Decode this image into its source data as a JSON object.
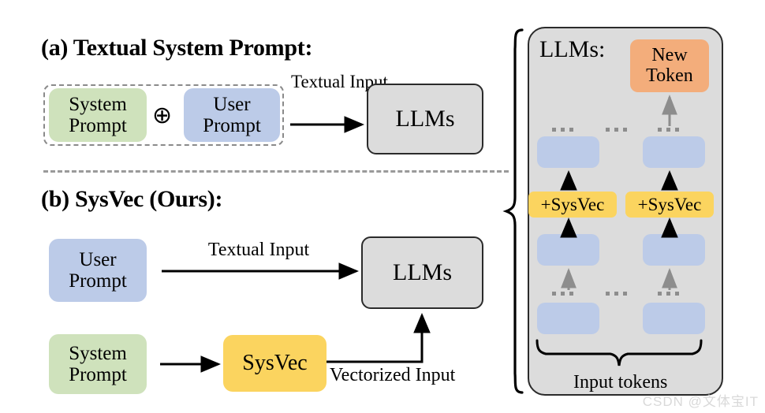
{
  "figure": {
    "watermark": "CSDN @文体宝IT"
  },
  "panel_a": {
    "heading": "(a) Textual System Prompt:",
    "system_prompt": {
      "line1": "System",
      "line2": "Prompt"
    },
    "operator": "⊕",
    "user_prompt": {
      "line1": "User",
      "line2": "Prompt"
    },
    "arrow_label": {
      "line1": "Textual",
      "line2": "Input"
    },
    "llms": "LLMs"
  },
  "panel_b": {
    "heading": "(b) SysVec (Ours):",
    "user_prompt": {
      "line1": "User",
      "line2": "Prompt"
    },
    "system_prompt": {
      "line1": "System",
      "line2": "Prompt"
    },
    "textual_input_label": "Textual Input",
    "sysvec": "SysVec",
    "vectorized_input_label": "Vectorized Input",
    "llms": "LLMs"
  },
  "llm_panel": {
    "title": "LLMs:",
    "new_token": {
      "line1": "New",
      "line2": "Token"
    },
    "sysvec_chip_left": "+SysVec",
    "sysvec_chip_right": "+SysVec",
    "input_tokens_label": "Input tokens"
  },
  "colors": {
    "green": "#cfe2bc",
    "blue": "#bccbe8",
    "yellow": "#fbd45f",
    "orange": "#f3ad7b",
    "gray": "#dcdcdc",
    "stroke": "#2b2b2b",
    "dash": "#8a8a8a"
  }
}
